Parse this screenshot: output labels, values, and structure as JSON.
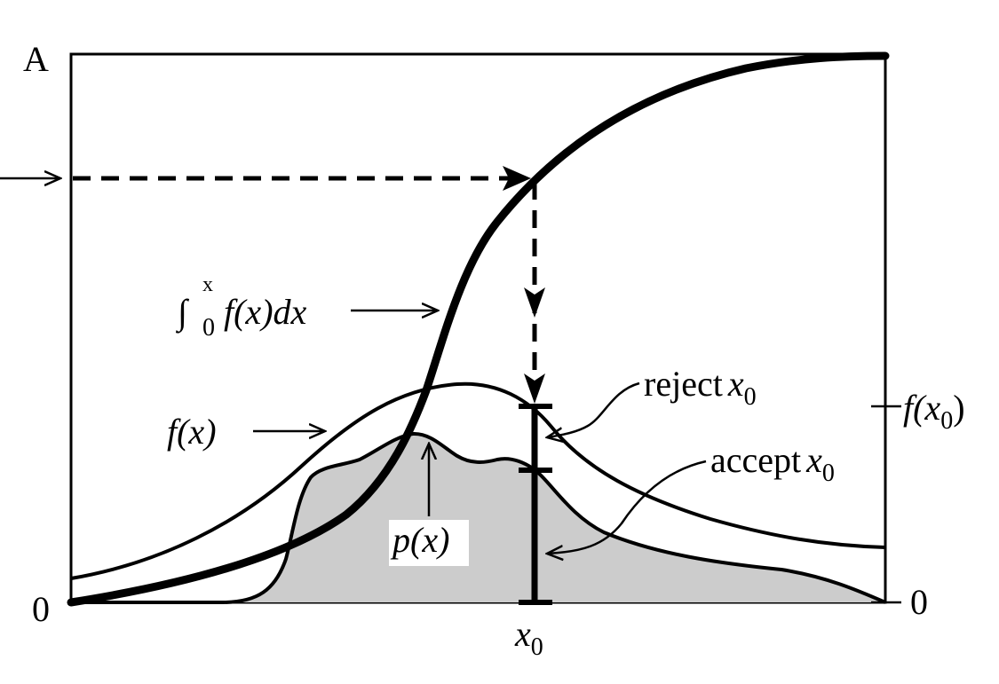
{
  "axis": {
    "left_top": "A",
    "left_bottom": "0",
    "right_bottom": "0",
    "bottom_x0_main": "x",
    "bottom_x0_sub": "0"
  },
  "labels": {
    "integral_sign": "∫",
    "integral_upper": "x",
    "integral_lower": "0",
    "integral_body": "f(x)dx",
    "f_of_x": "f(x)",
    "p_of_x": "p(x)",
    "f_x0_main": "f(x",
    "f_x0_sub": "0",
    "f_x0_close": ")",
    "reject_word": "reject",
    "reject_var": "x",
    "reject_sub": "0",
    "accept_word": "accept",
    "accept_var": "x",
    "accept_sub": "0"
  },
  "colors": {
    "ink": "#000000",
    "fill": "#cccccc",
    "background": "#ffffff"
  }
}
